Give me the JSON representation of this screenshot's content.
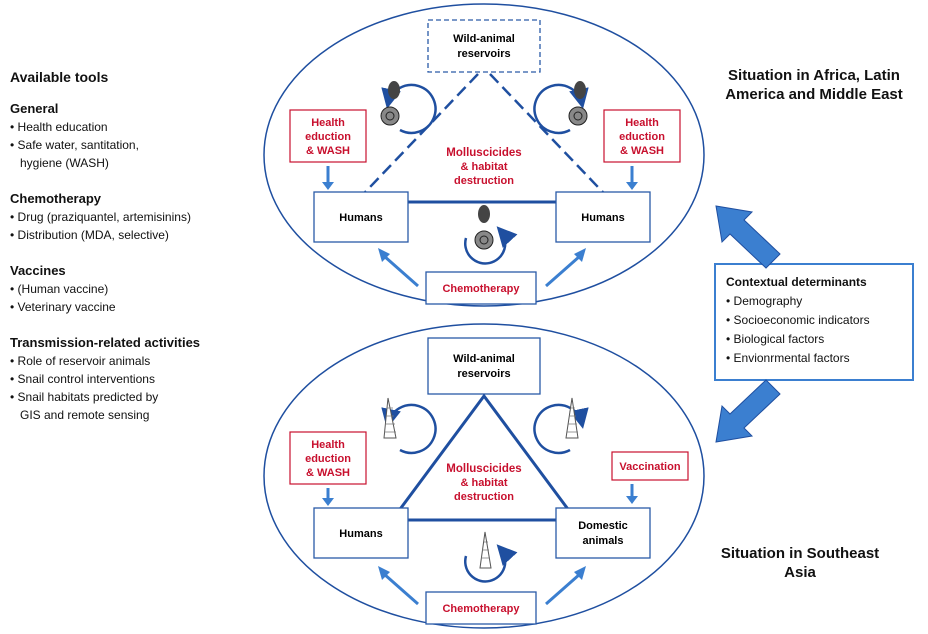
{
  "tools": {
    "title": "Available tools",
    "sections": [
      {
        "heading": "General",
        "items": [
          "• Health education",
          "• Safe water, santitation,",
          "   hygiene (WASH)"
        ]
      },
      {
        "heading": "Chemotherapy",
        "items": [
          "• Drug (praziquantel, artemisinins)",
          "• Distribution (MDA, selective)"
        ]
      },
      {
        "heading": "Vaccines",
        "items": [
          "•  (Human vaccine)",
          "•  Veterinary vaccine"
        ]
      },
      {
        "heading": "Transmission-related activities",
        "items": [
          "• Role of reservoir animals",
          "• Snail control interventions",
          "• Snail habitats predicted by",
          "   GIS and remote sensing"
        ]
      }
    ]
  },
  "top_title": [
    "Situation in Africa, Latin",
    "America and Middle East"
  ],
  "bottom_title": [
    "Situation in Southeast",
    "Asia"
  ],
  "context": {
    "heading": "Contextual determinants",
    "items": [
      "•  Demography",
      "•  Socioeconomic indicators",
      "•  Biological factors",
      "•  Envionrmental factors"
    ]
  },
  "top_diagram": {
    "reservoir": [
      "Wild-animal",
      "reservoirs"
    ],
    "left_box": [
      "Health",
      "eduction",
      "& WASH"
    ],
    "right_box": [
      "Health",
      "eduction",
      "& WASH"
    ],
    "humans_left": "Humans",
    "humans_right": "Humans",
    "center": [
      "Molluscicides",
      "& habitat",
      "destruction"
    ],
    "chemo": "Chemotherapy"
  },
  "bottom_diagram": {
    "reservoir": [
      "Wild-animal",
      "reservoirs"
    ],
    "left_box": [
      "Health",
      "eduction",
      "& WASH"
    ],
    "right_box": [
      "Vaccination"
    ],
    "humans_left": "Humans",
    "domestic": [
      "Domestic",
      "animals"
    ],
    "center": [
      "Molluscicides",
      "& habitat",
      "destruction"
    ],
    "chemo": "Chemotherapy"
  },
  "colors": {
    "blue": "#1f4fa0",
    "light_blue": "#3b7fd0",
    "red": "#c8102e",
    "box_border": "#2a5aa8"
  }
}
